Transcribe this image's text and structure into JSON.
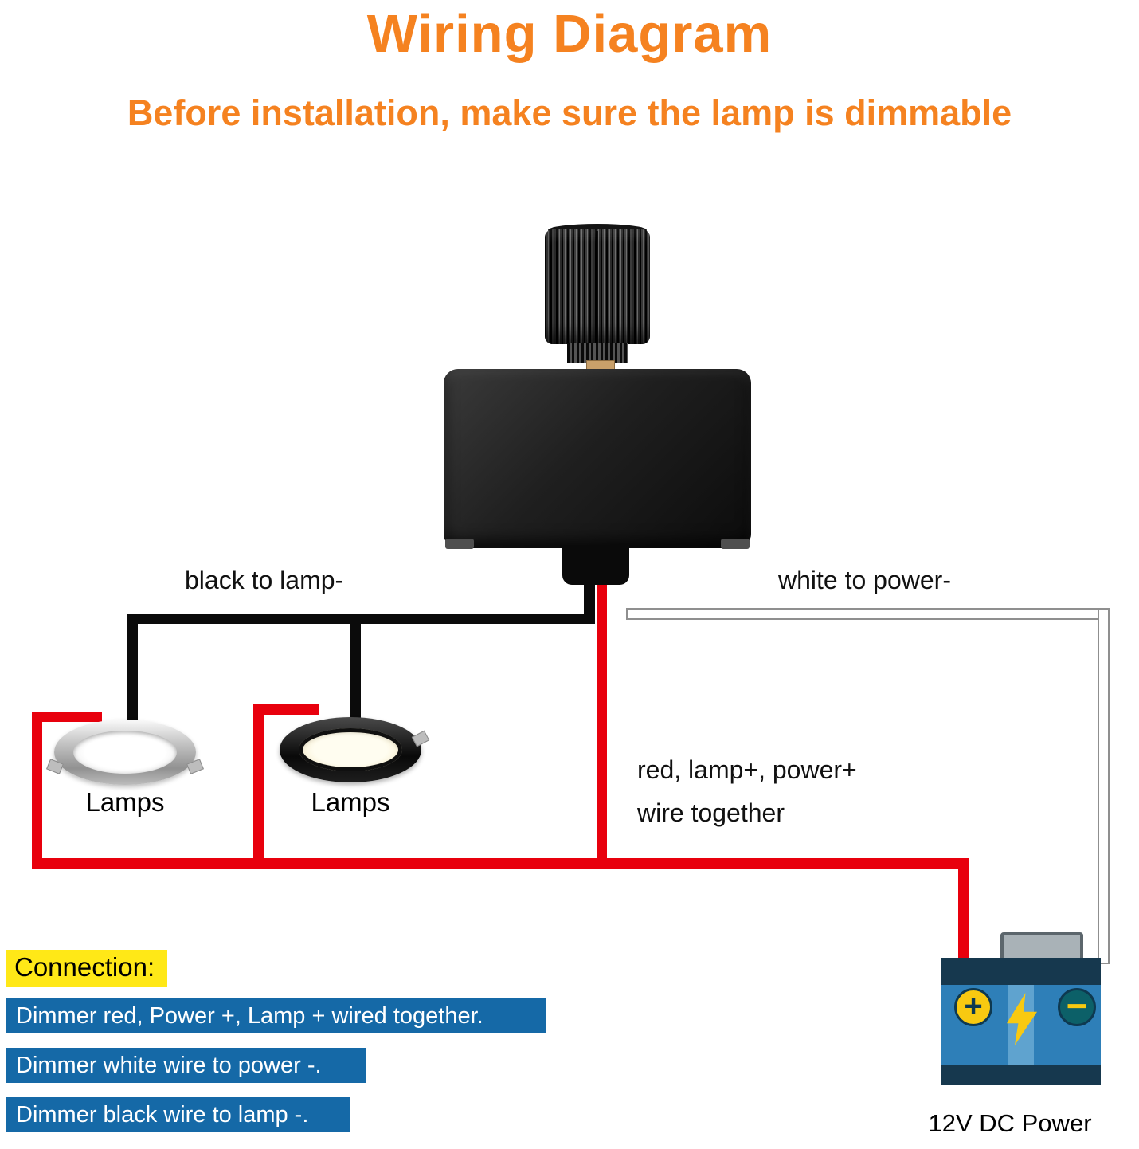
{
  "title": "Wiring Diagram",
  "subtitle": "Before installation, make sure the lamp is dimmable",
  "labels": {
    "black_wire": "black to lamp-",
    "white_wire": "white to power-",
    "red_wire_line1": "red, lamp+, power+",
    "red_wire_line2": "wire together",
    "lamp1": "Lamps",
    "lamp2": "Lamps",
    "battery": "12V DC Power"
  },
  "connection": {
    "heading": "Connection:",
    "items": [
      "Dimmer red, Power +, Lamp + wired together.",
      "Dimmer white wire to power -.",
      "Dimmer black wire to lamp -."
    ]
  },
  "battery": {
    "plus_symbol": "+",
    "minus_symbol": "−"
  },
  "colors": {
    "accent": "#F58220",
    "wire-red": "#E8000D",
    "wire-black": "#0B0B0B",
    "wire-white-border": "#8F8F8F",
    "bar-blue": "#1569A7",
    "highlight-yellow": "#FFE817",
    "battery-blue": "#2E7FB8",
    "battery-dark": "#16384E",
    "battery-yellow": "#F8C911"
  }
}
